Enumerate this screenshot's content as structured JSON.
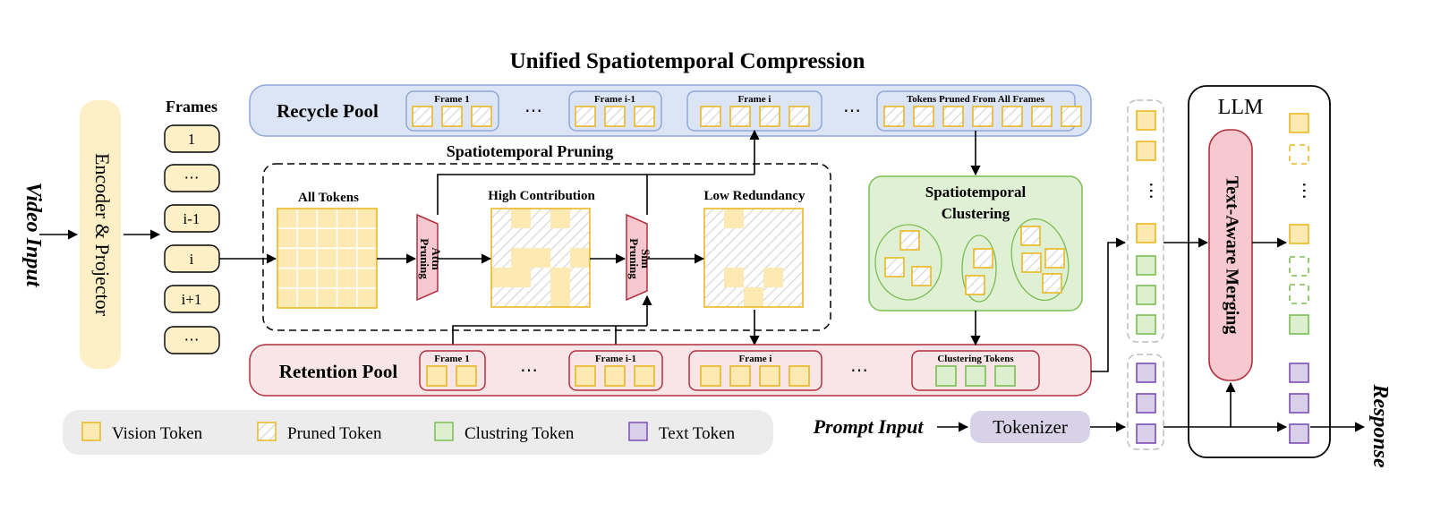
{
  "title": "Unified Spatiotemporal Compression",
  "input_label": "Video Input",
  "encoder_label": "Encoder & Projector",
  "frames": {
    "heading": "Frames",
    "items": [
      "1",
      "⋯",
      "i-1",
      "i",
      "i+1",
      "⋯"
    ]
  },
  "recycle_pool": {
    "label": "Recycle Pool",
    "groups": [
      "Frame 1",
      "Frame i-1",
      "Frame i",
      "Tokens Pruned From All Frames"
    ],
    "ellipsis": "⋯"
  },
  "pruning": {
    "label": "Spatiotemporal Pruning",
    "all_tokens": "All Tokens",
    "high_contribution": "High Contribution",
    "low_redundancy": "Low Redundancy",
    "attn_pruning": [
      "Attn",
      "Pruning"
    ],
    "sim_pruning": [
      "Sim",
      "Pruning"
    ]
  },
  "retention_pool": {
    "label": "Retention Pool",
    "groups": [
      "Frame 1",
      "Frame i-1",
      "Frame i",
      "Clustering Tokens"
    ],
    "ellipsis": "⋯"
  },
  "clustering": {
    "label": [
      "Spatiotemporal",
      "Clustering"
    ]
  },
  "legend": {
    "items": [
      "Vision Token",
      "Pruned Token",
      "Clustring Token",
      "Text Token"
    ]
  },
  "prompt_label": "Prompt Input",
  "tokenizer_label": "Tokenizer",
  "llm": {
    "label": "LLM",
    "merging_label": "Text-Aware Merging"
  },
  "output_label": "Response",
  "colors": {
    "vision_fill": "#fdeab3",
    "vision_stroke": "#e9b824",
    "cluster_fill": "#dcefcf",
    "cluster_stroke": "#7bbd53",
    "text_fill": "#d9cfea",
    "text_stroke": "#7c4fb4",
    "recycle_bg": "#dbe5f5",
    "recycle_stroke": "#8fa7d8",
    "retention_bg": "#f8e5e8",
    "retention_stroke": "#b3303f",
    "clustering_bg": "#e0f0d5",
    "merging_bg": "#f6c8cf",
    "tokenizer_bg": "#d8d2e8",
    "encoder_bg": "#fdf0c7"
  }
}
